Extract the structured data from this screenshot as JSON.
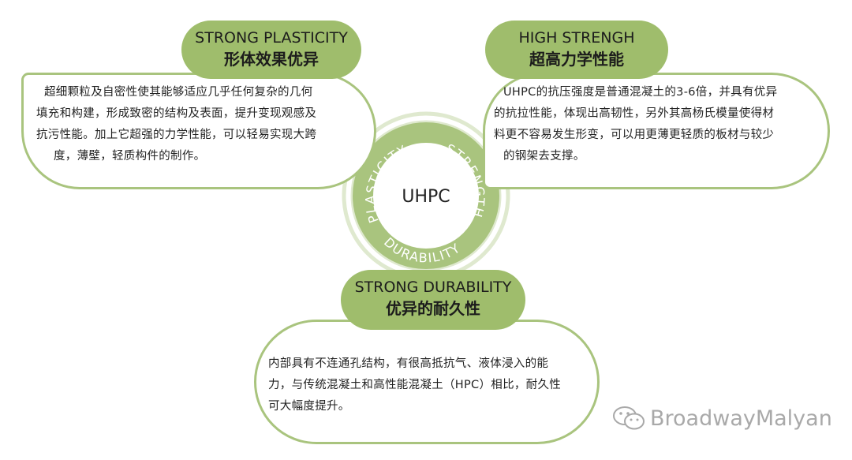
{
  "center": {
    "label": "UHPC",
    "ring_words": {
      "plasticity": "PLASTICITY",
      "strength": "STRENGTH",
      "durability": "DURABILITY"
    }
  },
  "cards": {
    "plasticity": {
      "title_en": "STRONG PLASTICITY",
      "title_zh": "形体效果优异",
      "lines": [
        "超细颗粒及自密性使其能够适应几乎任何复杂的几何",
        "填充和构建，形成致密的结构及表面，提升变现观感及",
        "抗污性能。加上它超强的力学性能，可以轻易实现大跨",
        "度，薄壁，轻质构件的制作。"
      ]
    },
    "strength": {
      "title_en": "HIGH STRENGH",
      "title_zh": "超高力学性能",
      "lines": [
        "UHPC的抗压强度是普通混凝土的3-6倍，并具有优异",
        "的抗拉性能，体现出高韧性，另外其高杨氏模量使得材",
        "料更不容易发生形变，可以用更薄更轻质的板材与较少",
        "的钢架去支撑。"
      ]
    },
    "durability": {
      "title_en": "STRONG DURABILITY",
      "title_zh": "优异的耐久性",
      "lines": [
        "内部具有不连通孔结构，有很高抵抗气、液体浸入的能",
        "力，与传统混凝土和高性能混凝土（HPC）相比，耐久性",
        "可大幅度提升。"
      ]
    }
  },
  "watermark": {
    "text": "BroadwayMalyan",
    "icon": "wechat-icon"
  },
  "colors": {
    "accent": "#9fbd6c",
    "ring": "#a9c47e",
    "ring_light": "#dfe9cf"
  }
}
